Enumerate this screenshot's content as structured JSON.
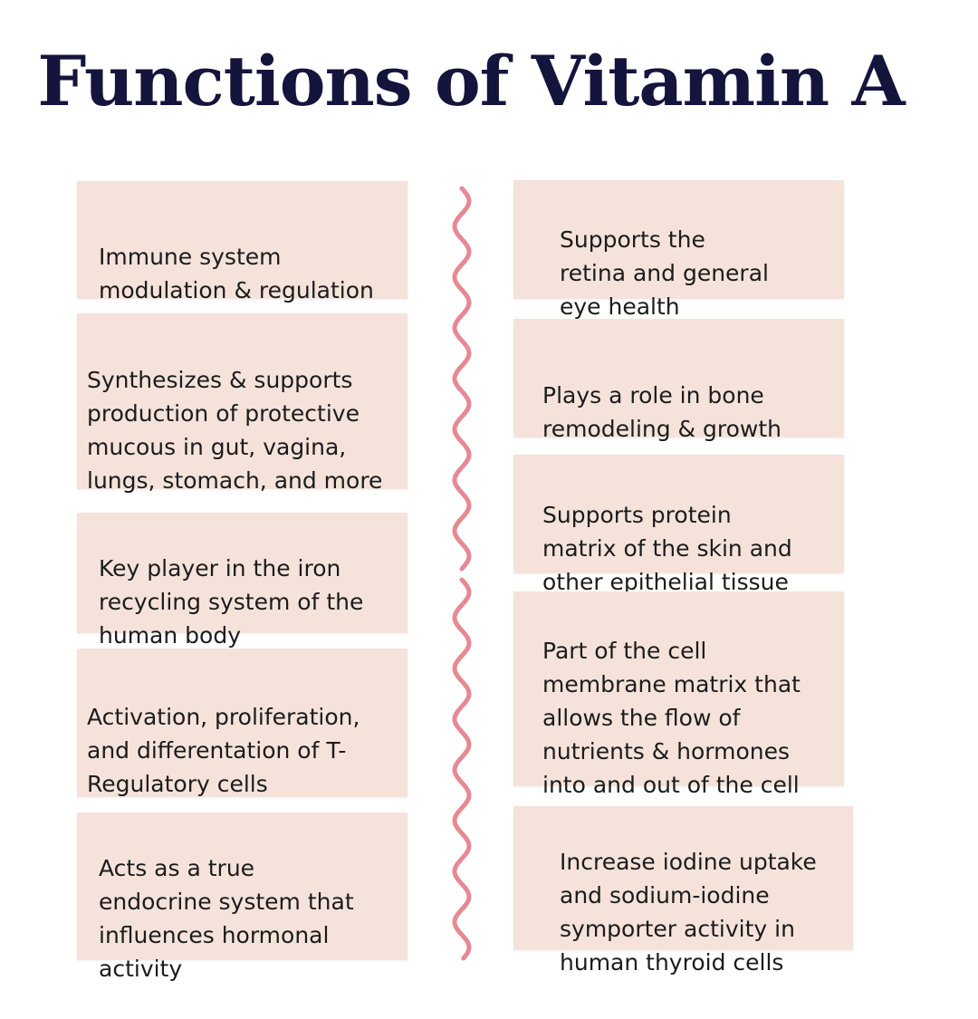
{
  "title": "Functions of Vitamin A",
  "colors": {
    "title": "#14143c",
    "card_background": "#f5e3db",
    "divider": "#e58a92"
  },
  "left_cards": [
    "Immune system\nmodulation & regulation",
    "Synthesizes & supports\nproduction of protective\nmucous in gut, vagina,\nlungs, stomach, and more",
    "Key player in the iron\nrecycling system of the\nhuman body",
    "Activation, proliferation,\nand differentation of T-\nRegulatory cells",
    "Acts as a true\nendocrine system that\ninfluences hormonal\nactivity"
  ],
  "right_cards": [
    "Supports the\nretina and general\neye health",
    "Plays a role in bone\nremodeling & growth",
    "Supports protein\nmatrix of the skin and\nother epithelial tissue",
    "Part of the cell\nmembrane matrix that\nallows the flow of\nnutrients & hormones\ninto and out of the cell",
    "Increase iodine uptake\nand sodium-iodine\nsymporter activity in\nhuman thyroid cells"
  ]
}
